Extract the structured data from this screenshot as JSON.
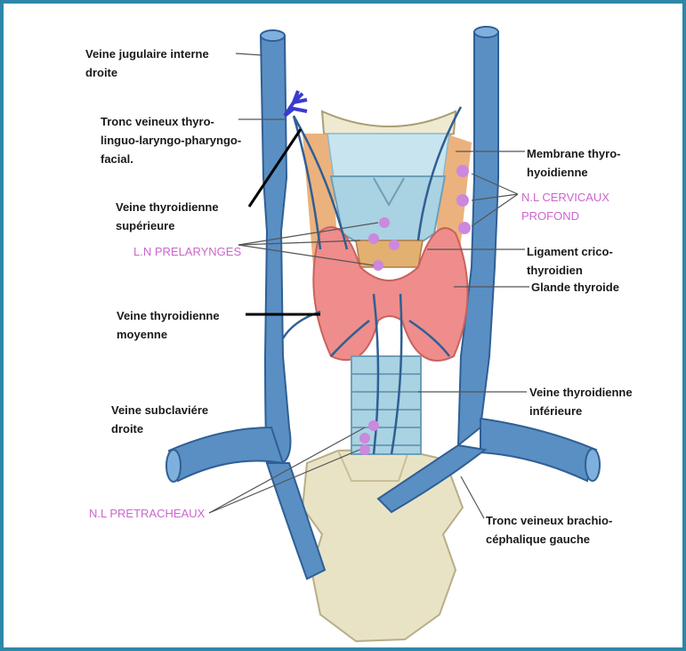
{
  "colors": {
    "frame": "#2e86a8",
    "vein": "#5a8fc4",
    "vein_dark": "#2f5f94",
    "gland": "#ee8d8b",
    "cartilage_blue": "#a9d2e2",
    "muscle_orange": "#e7a466",
    "bone": "#e9e3c6",
    "node": "#cc88dd",
    "node_label": "#cc66cc",
    "lymph_vein": "#3a3ad0"
  },
  "labels": {
    "vjid": "Veine jugulaire interne\ndroite",
    "tronc_thyro": "Tronc veineux thyro-\nlinguo-laryngo-pharyngo-\nfacial.",
    "v_thyr_sup": "Veine thyroidienne\nsupérieure",
    "ln_prelarynges": "L.N PRELARYNGES",
    "v_thyr_moy": "Veine thyroidienne\nmoyenne",
    "v_subclav": "Veine subclaviére\ndroite",
    "nl_pretracheaux": "N.L PRETRACHEAUX",
    "membrane": "Membrane thyro-\nhyoidienne",
    "nl_cervicaux": "N.L CERVICAUX\nPROFOND",
    "ligament": "Ligament crico-\nthyroidien",
    "glande": "Glande thyroide",
    "v_thyr_inf": "Veine thyroidienne\ninférieure",
    "tronc_brachio": "Tronc veineux brachio-\ncéphalique gauche"
  }
}
